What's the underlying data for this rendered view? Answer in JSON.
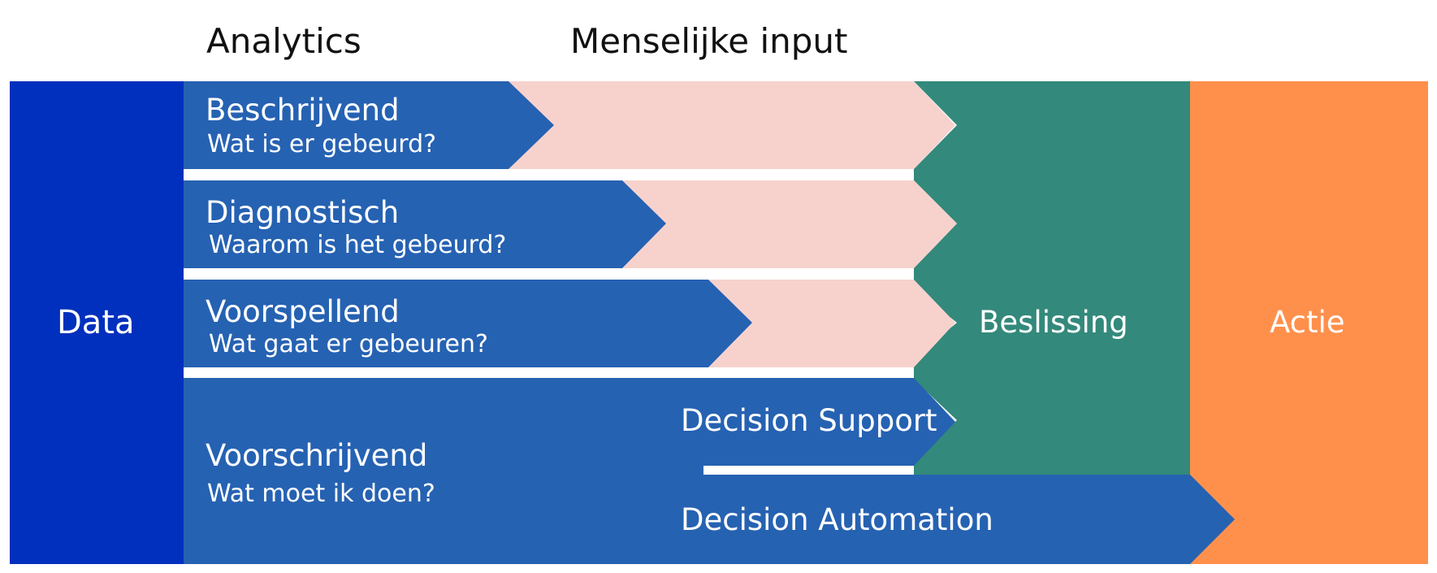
{
  "headers": {
    "analytics": "Analytics",
    "human_input": "Menselijke input"
  },
  "data_label": "Data",
  "decision_label": "Beslissing",
  "action_label": "Actie",
  "rows": [
    {
      "title": "Beschrijvend",
      "question": "Wat is er gebeurd?"
    },
    {
      "title": "Diagnostisch",
      "question": "Waarom is het gebeurd?"
    },
    {
      "title": "Voorspellend",
      "question": "Wat gaat er gebeuren?"
    },
    {
      "title": "Voorschrijvend",
      "question": "Wat moet ik doen?"
    }
  ],
  "decision_support": "Decision Support",
  "decision_automation": "Decision Automation",
  "colors": {
    "data": "#0030BD",
    "analytics": "#2662B2",
    "human_input": "#F7D2CD",
    "decision": "#33897B",
    "action": "#FF904C"
  }
}
